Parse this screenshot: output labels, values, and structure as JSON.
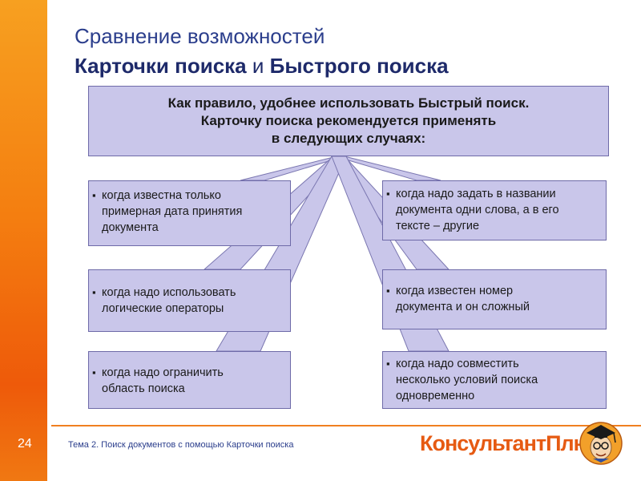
{
  "slide": {
    "title_line1": "Сравнение возможностей",
    "title_line2_a": "Карточки поиска",
    "title_line2_and": " и ",
    "title_line2_b": "Быстрого поиска",
    "top_box": {
      "line1": "Как правило, удобнее использовать Быстрый поиск.",
      "line2": "Карточку поиска рекомендуется применять",
      "line3": "в следующих случаях:"
    },
    "left_items": [
      {
        "lines": [
          "когда известна только",
          "примерная дата принятия",
          "документа"
        ]
      },
      {
        "lines": [
          "когда надо использовать",
          "логические операторы"
        ]
      },
      {
        "lines": [
          "когда надо ограничить",
          "область поиска"
        ]
      }
    ],
    "right_items": [
      {
        "lines": [
          "когда надо задать в названии",
          "документа одни слова, а в его",
          "тексте – другие"
        ]
      },
      {
        "lines": [
          "когда известен номер",
          "документа и он сложный"
        ]
      },
      {
        "lines": [
          "когда надо совместить",
          "несколько условий поиска",
          "одновременно"
        ]
      }
    ],
    "bullet": "▪"
  },
  "footer": {
    "page_number": "24",
    "topic": "Тема 2. Поиск документов с помощью Карточки поиска",
    "logo": "КонсультантПлюс"
  },
  "colors": {
    "accent_orange": "#f47e10",
    "title_blue": "#2b3e8c",
    "box_fill": "#c9c6ea",
    "box_border": "#6e6aa8"
  }
}
